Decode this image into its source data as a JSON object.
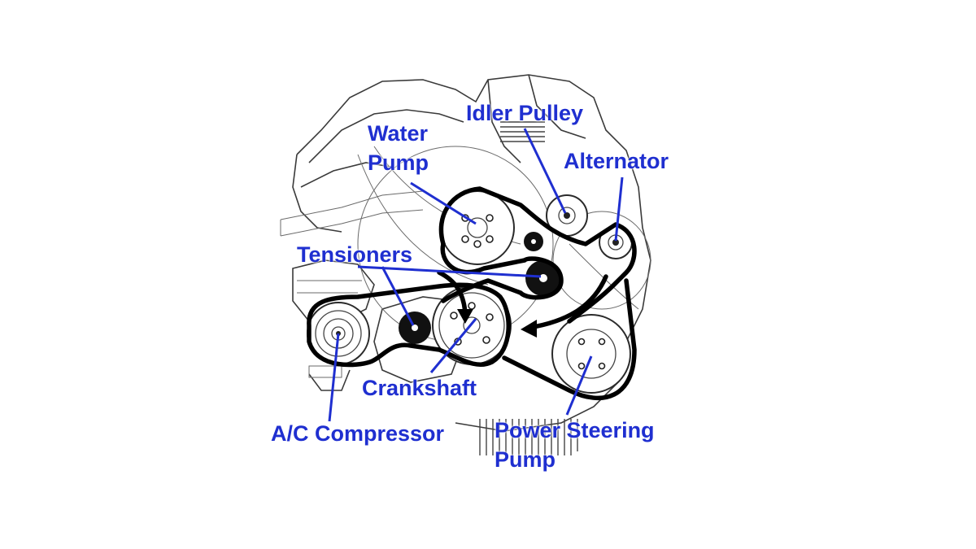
{
  "labels": {
    "idler_pulley": "Idler Pulley",
    "water_pump_line1": "Water",
    "water_pump_line2": "Pump",
    "alternator": "Alternator",
    "tensioners": "Tensioners",
    "crankshaft": "Crankshaft",
    "ac_compressor": "A/C Compressor",
    "power_steering_line1": "Power Steering",
    "power_steering_line2": "Pump"
  },
  "colors": {
    "label_text": "#1f2fd0",
    "belt": "#000000",
    "drawing_lines": "#3a3a3a",
    "background": "#ffffff"
  }
}
